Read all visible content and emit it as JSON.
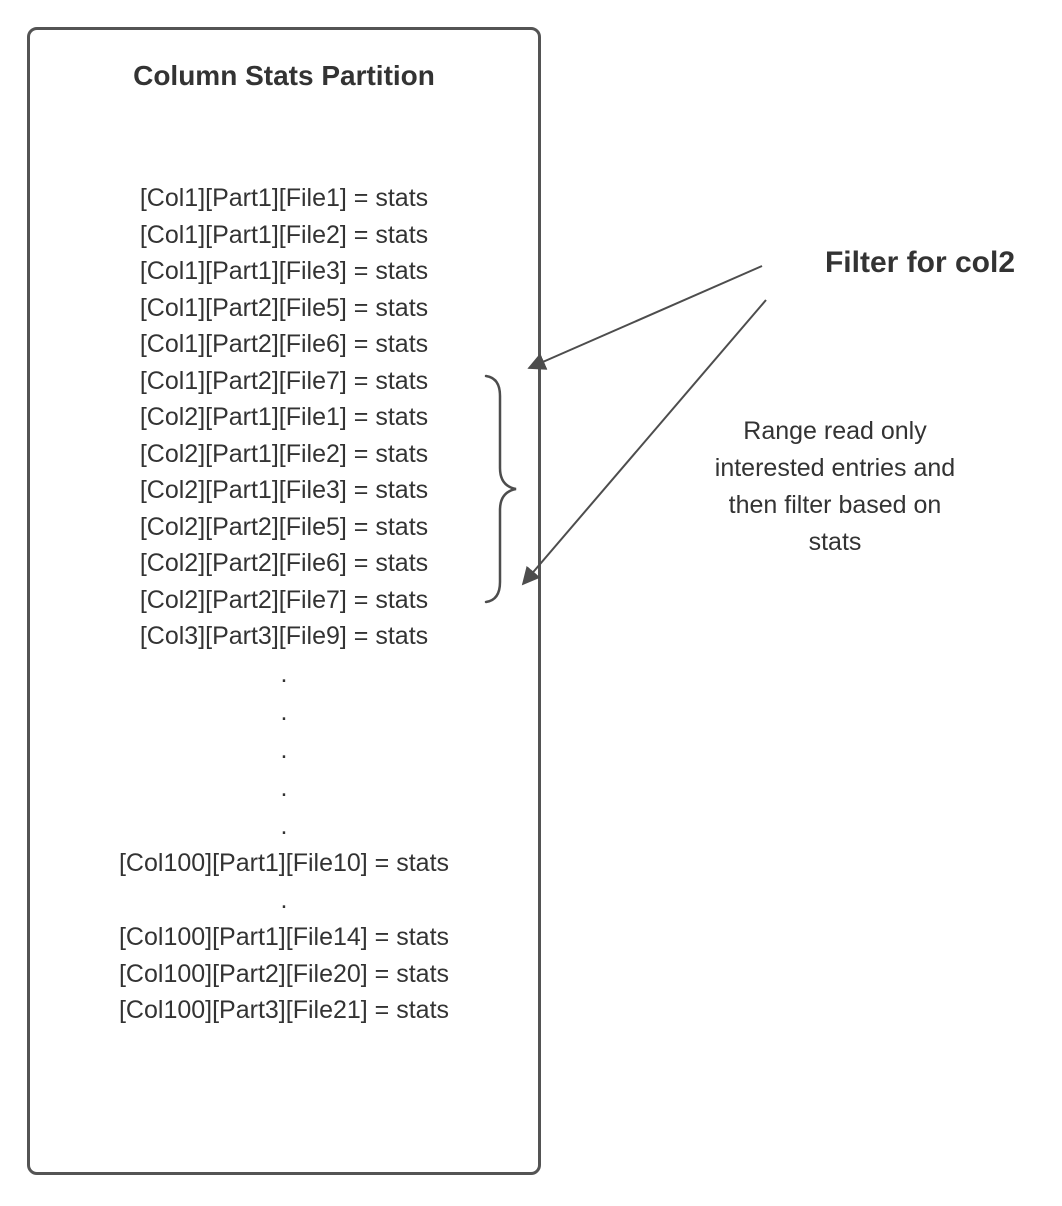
{
  "colors": {
    "border": "#545454",
    "text": "#333333",
    "arrow": "#4d4d4d",
    "background": "#ffffff"
  },
  "box": {
    "title": "Column Stats Partition",
    "entries": [
      "[Col1][Part1][File1] = stats",
      "[Col1][Part1][File2] = stats",
      "[Col1][Part1][File3] = stats",
      "[Col1][Part2][File5] = stats",
      "[Col1][Part2][File6] = stats",
      "[Col1][Part2][File7] = stats",
      "[Col2][Part1][File1] = stats",
      "[Col2][Part1][File2] = stats",
      "[Col2][Part1][File3] = stats",
      "[Col2][Part2][File5] = stats",
      "[Col2][Part2][File6] = stats",
      "[Col2][Part2][File7] = stats",
      "[Col3][Part3][File9] = stats",
      ".",
      ".",
      ".",
      ".",
      ".",
      "[Col100][Part1][File10] = stats",
      ".",
      "[Col100][Part1][File14] = stats",
      "[Col100][Part2][File20] = stats",
      "[Col100][Part3][File21] = stats"
    ]
  },
  "annotations": {
    "filter_label": "Filter for col2",
    "note": "Range read only\ninterested entries and\nthen filter based on\nstats"
  }
}
